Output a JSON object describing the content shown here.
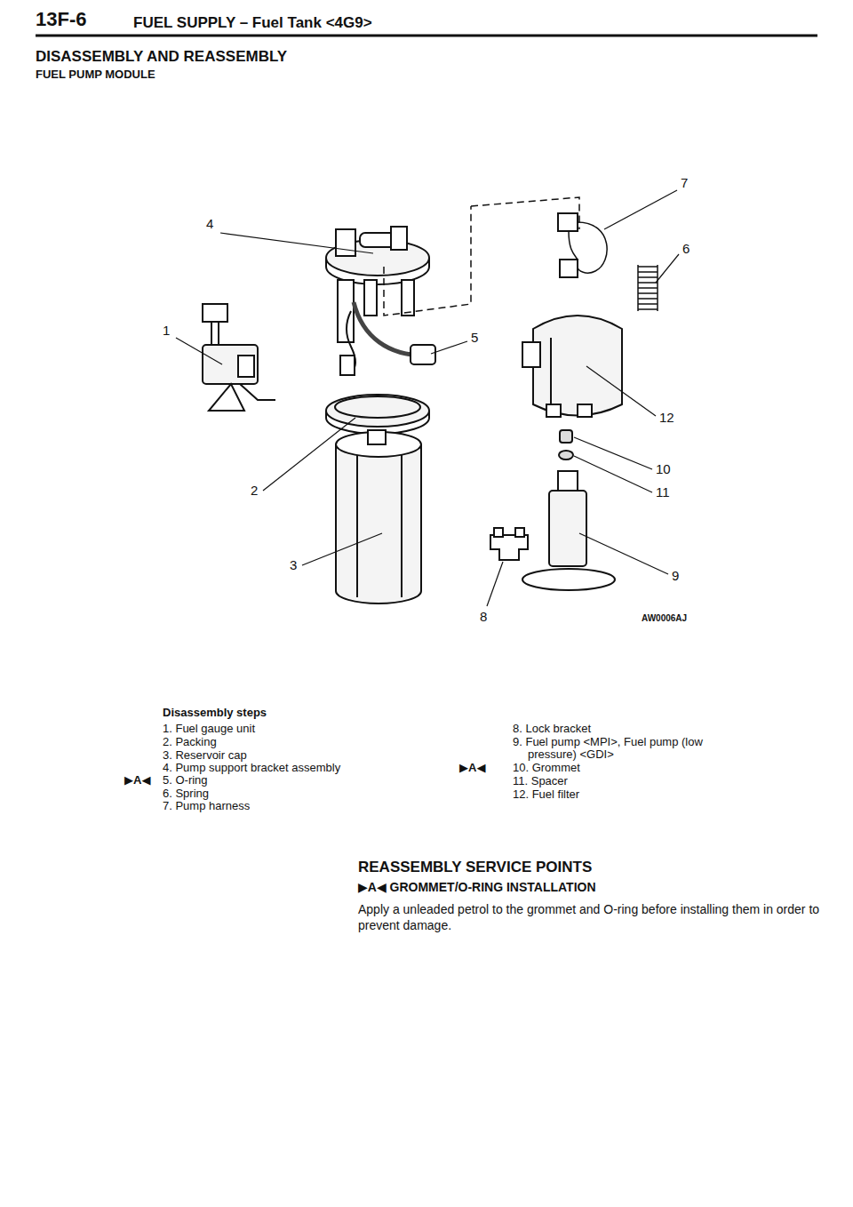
{
  "diagram": {
    "title": "FUEL SUPPLY – Fuel Tank <4G9>",
    "labels": [
      "13F-6",
      "DISASSEMBLY AND REASSEMBLY",
      "FUEL PUMP MODULE",
      "4",
      "7",
      "6",
      "1",
      "5",
      "12",
      "10",
      "11",
      "2",
      "3",
      "9",
      "8",
      "AW0006AJ",
      "Disassembly steps",
      "1. Fuel gauge unit",
      "2. Packing",
      "3. Reservoir cap",
      "4. Pump support bracket assembly",
      "5. O-ring",
      "6. Spring",
      "7. Pump harness",
      "▶A◀",
      "8. Lock bracket",
      "9. Fuel pump <MPI>, Fuel pump (low pressure) <GDI>",
      "10. Grommet",
      "11. Spacer",
      "12. Fuel filter",
      "▶A◀",
      "REASSEMBLY SERVICE POINTS",
      "▶A◀ GROMMET/O-RING INSTALLATION",
      "Apply a unleaded petrol to the grommet and O-ring before installing them in order to prevent damage."
    ]
  }
}
